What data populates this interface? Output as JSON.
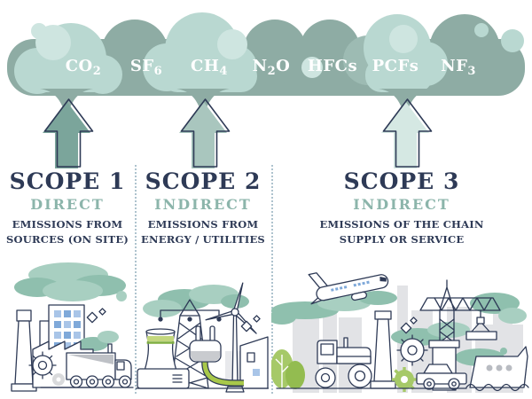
{
  "clouds": {
    "gases": [
      {
        "pre": "CO",
        "sub": "2",
        "post": ""
      },
      {
        "pre": "SF",
        "sub": "6",
        "post": ""
      },
      {
        "pre": "CH",
        "sub": "4",
        "post": ""
      },
      {
        "pre": "N",
        "sub": "2",
        "post": "O"
      },
      {
        "pre": "HFCs",
        "sub": "",
        "post": ""
      },
      {
        "pre": "PCFs",
        "sub": "",
        "post": ""
      },
      {
        "pre": "NF",
        "sub": "3",
        "post": ""
      }
    ]
  },
  "scopes": [
    {
      "heading": "SCOPE 1",
      "type": "DIRECT",
      "lines": [
        "EMISSIONS FROM",
        "SOURCES (ON SITE)"
      ]
    },
    {
      "heading": "SCOPE 2",
      "type": "INDIRECT",
      "lines": [
        "EMISSIONS FROM",
        "ENERGY / UTILITIES"
      ]
    },
    {
      "heading": "SCOPE 3",
      "type": "INDIRECT",
      "lines": [
        "EMISSIONS OF THE CHAIN",
        "SUPPLY OR SERVICE"
      ]
    }
  ],
  "colors": {
    "cloud_dark": "#8EACA4",
    "cloud_medium": "#9DBBB3",
    "cloud_light": "#B9D8D1",
    "cloud_highlight": "#CEE5E0",
    "arrow_scope1": "#7BA59B",
    "arrow_scope2": "#A9C6BE",
    "arrow_scope3": "#D5E8E3",
    "outline_navy": "#2E3A56",
    "accent_teal": "#8CB5AB",
    "smoke_green": "#8FBFAE",
    "accent_yellow": "#F2B32F",
    "accent_pink": "#F2A49C"
  }
}
